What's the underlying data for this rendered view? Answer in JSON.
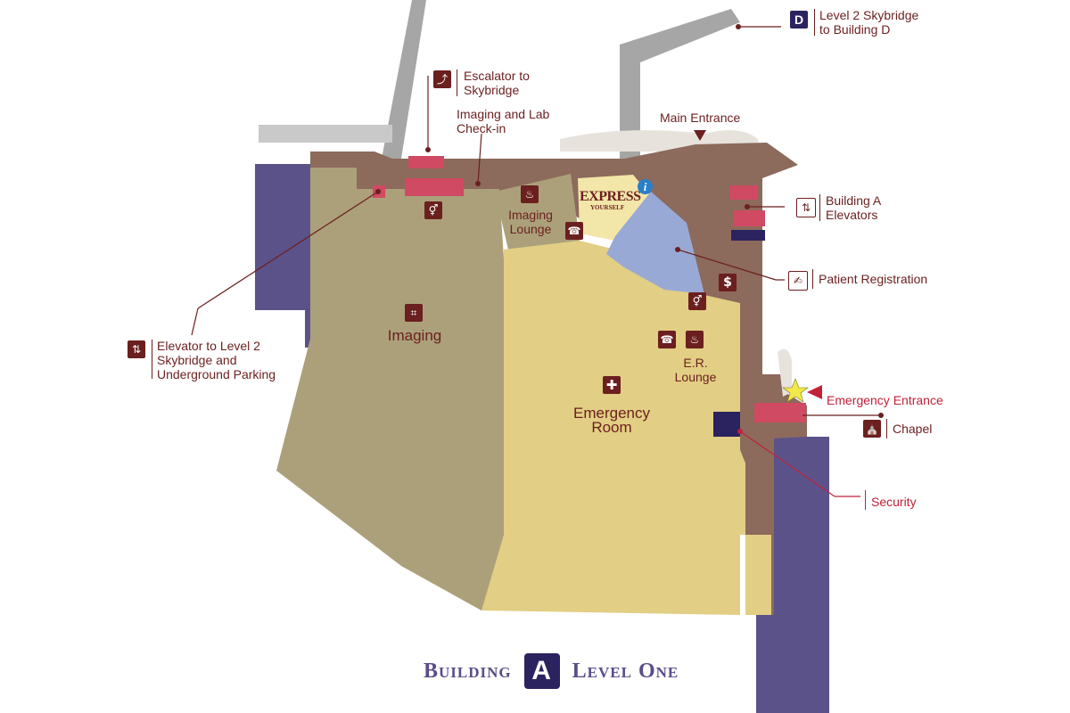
{
  "map_title": {
    "prefix": "Building",
    "badge": "A",
    "suffix": "Level One"
  },
  "rooms": {
    "imaging": "Imaging",
    "imaging_lounge_1": "Imaging",
    "imaging_lounge_2": "Lounge",
    "emergency_room_1": "Emergency",
    "emergency_room_2": "Room",
    "er_lounge_1": "E.R.",
    "er_lounge_2": "Lounge",
    "express_1": "EXPRESS",
    "express_2": "YOURSELF",
    "info": "i"
  },
  "callouts": {
    "escalator": [
      "Escalator to",
      "Skybridge"
    ],
    "imaging_lab": [
      "Imaging and Lab",
      "Check-in"
    ],
    "main_entrance": "Main Entrance",
    "skybridge_d_badge": "D",
    "skybridge_d": [
      "Level 2 Skybridge",
      "to Building D"
    ],
    "building_a_elevators": [
      "Building A",
      "Elevators"
    ],
    "patient_registration": "Patient Registration",
    "emergency_entrance": "Emergency Entrance",
    "chapel": "Chapel",
    "security": "Security",
    "elevator_level2": [
      "Elevator to Level 2",
      "Skybridge and",
      "Underground Parking"
    ]
  },
  "icons": [
    {
      "name": "escalator-icon",
      "glyph": "⤴"
    },
    {
      "name": "elevator-icon",
      "glyph": "⇅"
    },
    {
      "name": "elevator-icon",
      "glyph": "⇅"
    },
    {
      "name": "restroom-icon",
      "glyph": "👫"
    },
    {
      "name": "lounge-icon",
      "glyph": "⛁"
    },
    {
      "name": "phone-icon",
      "glyph": "☎"
    },
    {
      "name": "dollar-icon",
      "glyph": "$"
    },
    {
      "name": "registration-icon",
      "glyph": "✍"
    },
    {
      "name": "xray-icon",
      "glyph": "⌗"
    },
    {
      "name": "first-aid-icon",
      "glyph": "✚"
    },
    {
      "name": "chapel-icon",
      "glyph": "⛪"
    }
  ],
  "colors": {
    "corridor": "#8c6a5c",
    "imaging_zone": "#aba07a",
    "emergency_zone": "#e2ce84",
    "express_zone": "#f2e6a8",
    "registration_zone": "#98a9d6",
    "parking_blocks": "#5c528a",
    "elevators": "#cf4a62",
    "label_text": "#6b1f1f",
    "emergency_text": "#c0223a",
    "title_text": "#5a4c8a",
    "badge": "#2b2260",
    "walkway": "#a6a6a6"
  }
}
